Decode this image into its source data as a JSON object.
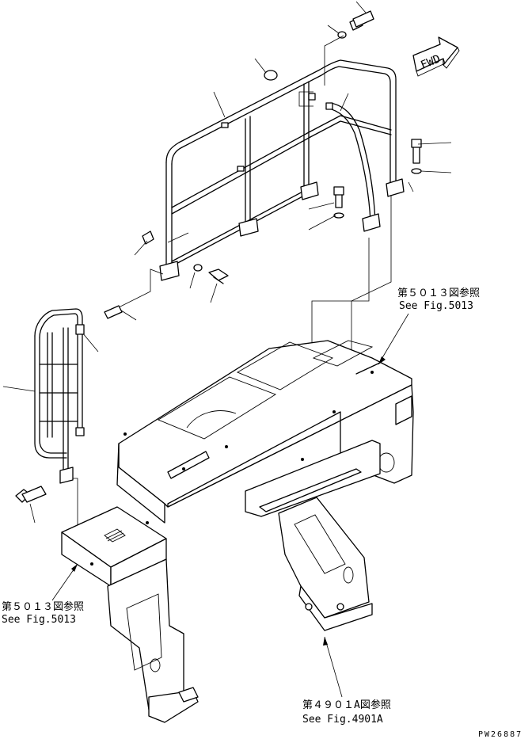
{
  "forward_arrow": {
    "label": "FWD"
  },
  "references": [
    {
      "jp": "第５０１３図参照",
      "en": "See Fig.5013"
    },
    {
      "jp": "第５０１３図参照",
      "en": "See Fig.5013"
    },
    {
      "jp": "第４９０１A図参照",
      "en": "See Fig.4901A"
    }
  ],
  "drawing_code": "PW26887"
}
